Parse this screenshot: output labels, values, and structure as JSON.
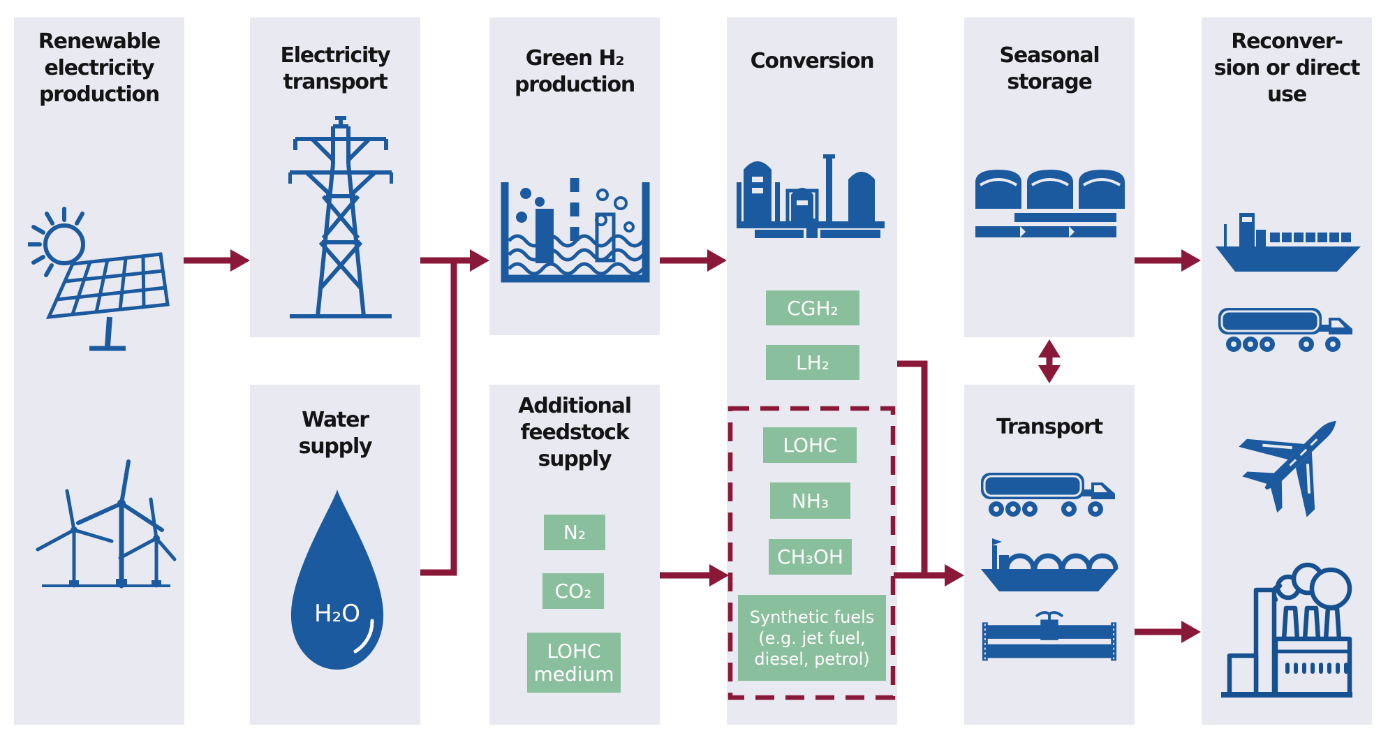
{
  "headers": {
    "renewable": "Renewable\nelectricity\nproduction",
    "electricity_transport": "Electricity\ntransport",
    "water_supply": "Water\nsupply",
    "green_h2": "Green H₂\nproduction",
    "feedstock": "Additional\nfeedstock\nsupply",
    "conversion": "Conversion",
    "seasonal_storage": "Seasonal\nstorage",
    "transport": "Transport",
    "reconversion": "Reconver-\nsion or direct\nuse"
  },
  "labels": {
    "h2o": "H₂O",
    "n2": "N₂",
    "co2": "CO₂",
    "lohc_medium": "LOHC\nmedium",
    "cgh2": "CGH₂",
    "lh2": "LH₂",
    "lohc": "LOHC",
    "nh3": "NH₃",
    "ch3oh": "CH₃OH",
    "synthetic_fuels": "Synthetic fuels\n(e.g. jet fuel,\ndiesel, petrol)"
  },
  "icons": [
    "solar-panel-icon",
    "wind-turbines-icon",
    "transmission-tower-icon",
    "water-drop-icon",
    "electrolysis-icon",
    "chemical-plant-icon",
    "storage-tanks-icon",
    "tanker-truck-icon",
    "lng-ship-icon",
    "pipeline-icon",
    "container-ship-icon",
    "airplane-icon",
    "factory-icon"
  ],
  "colors": {
    "column_bg": "#e9e9f1",
    "icon_blue": "#1b5a9e",
    "arrow_red": "#8a1838",
    "label_green": "#8abf9d",
    "label_text": "#ffffff",
    "header_text": "#141414"
  }
}
